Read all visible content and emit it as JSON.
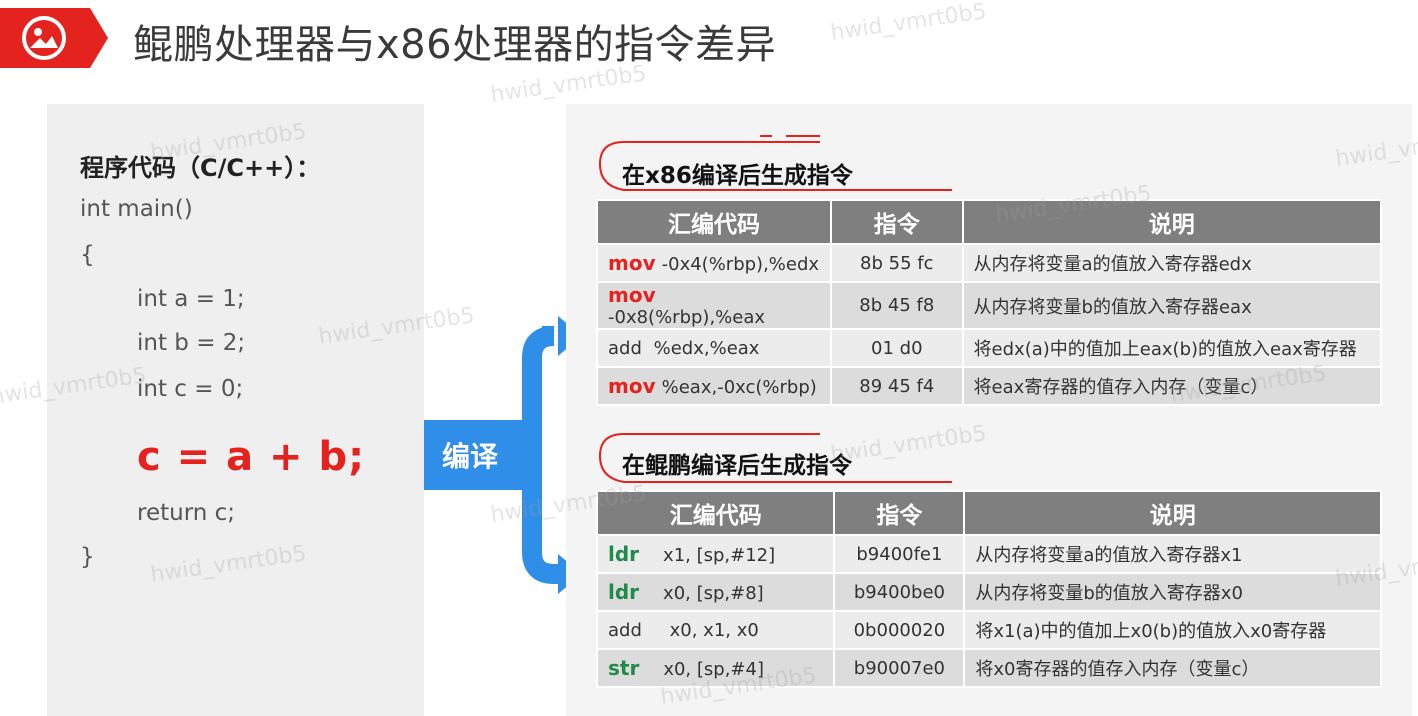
{
  "header": {
    "title": "鲲鹏处理器与x86处理器的指令差异",
    "icon": "image-icon",
    "accent_color": "#e4231f"
  },
  "code_panel": {
    "title": "程序代码（C/C++）：",
    "lines": [
      "int main()",
      "{",
      "int a = 1;",
      "int b = 2;",
      "int c = 0;",
      "return c;",
      "}"
    ],
    "highlight": "c = a + b;"
  },
  "compile_label": "编译",
  "x86": {
    "title": "在x86编译后生成指令",
    "headers": [
      "汇编代码",
      "指令",
      "说明"
    ],
    "rows": [
      {
        "op": "mov",
        "args": "-0x4(%rbp),%edx",
        "code": "8b 55 fc",
        "desc": "从内存将变量a的值放入寄存器edx"
      },
      {
        "op": "mov",
        "args": " -0x8(%rbp),%eax",
        "code": "8b 45 f8",
        "desc": "从内存将变量b的值放入寄存器eax"
      },
      {
        "op": "add",
        "args": " %edx,%eax",
        "code": "01 d0",
        "desc": "将edx(a)中的值加上eax(b)的值放入eax寄存器"
      },
      {
        "op": "mov",
        "args": "%eax,-0xc(%rbp)",
        "code": "89 45 f4",
        "desc": "将eax寄存器的值存入内存（变量c）"
      }
    ]
  },
  "kunpeng": {
    "title": "在鲲鹏编译后生成指令",
    "headers": [
      "汇编代码",
      "指令",
      "说明"
    ],
    "rows": [
      {
        "op": "ldr",
        "args": "x1, [sp,#12]",
        "code": "b9400fe1",
        "desc": "从内存将变量a的值放入寄存器x1"
      },
      {
        "op": "ldr",
        "args": "x0, [sp,#8]",
        "code": "b9400be0",
        "desc": "从内存将变量b的值放入寄存器x0"
      },
      {
        "op": "add",
        "args": " x0, x1, x0",
        "code": "0b000020",
        "desc": "将x1(a)中的值加上x0(b)的值放入x0寄存器"
      },
      {
        "op": "str",
        "args": "x0, [sp,#4]",
        "code": "b90007e0",
        "desc": "将x0寄存器的值存入内存（变量c）"
      }
    ]
  },
  "watermark": "hwid_vmrt0b5",
  "colors": {
    "arrow_blue": "#2f8fe8",
    "red_op": "#e4231f",
    "green_op": "#1f8a4a",
    "header_gray": "#7f7f7f"
  }
}
